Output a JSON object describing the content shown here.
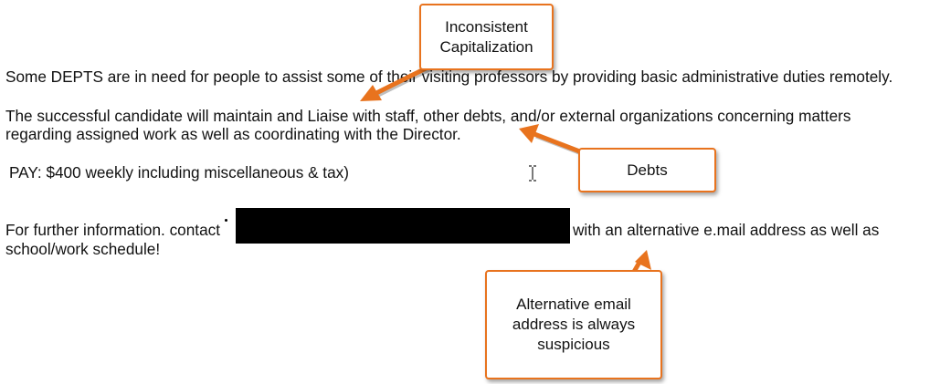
{
  "document": {
    "paragraph1": "Some DEPTS are in need for people to assist some of their visiting professors by providing basic administrative duties remotely.",
    "paragraph2_line1": "The successful candidate will maintain and Liaise with staff, other debts, and/or external organizations concerning matters",
    "paragraph2_line2": "regarding assigned work as well as coordinating with the Director.",
    "pay_line": "PAY: $400 weekly including miscellaneous & tax)",
    "contact_prefix": "For further information. contact",
    "contact_suffix": "with an alternative e.mail address as well as",
    "contact_line2": "school/work schedule!"
  },
  "callouts": {
    "capitalization_line1": "Inconsistent",
    "capitalization_line2": "Capitalization",
    "debts": "Debts",
    "email_line1": "Alternative email",
    "email_line2": "address is always",
    "email_line3": "suspicious"
  },
  "colors": {
    "callout_border": "#e8731e",
    "arrow": "#e8731e",
    "redaction": "#000000"
  },
  "icons": {
    "cursor": "i-beam-cursor-icon"
  }
}
